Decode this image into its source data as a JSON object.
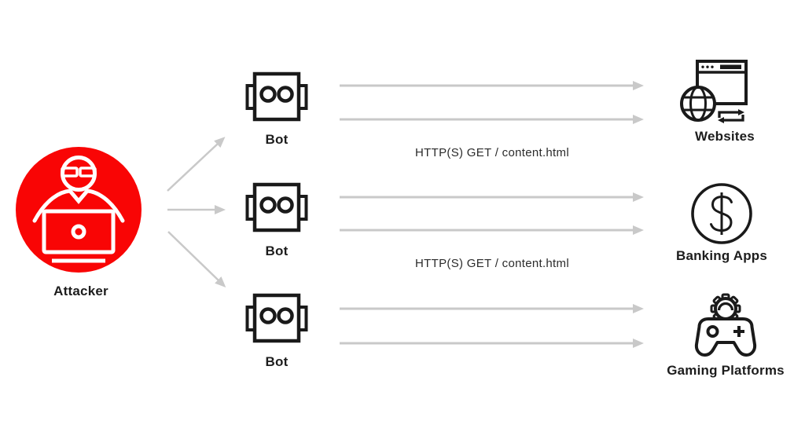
{
  "colors": {
    "attacker_red": "#f90505",
    "arrow_gray": "#c9c9c9",
    "icon_ink": "#1a1a1a",
    "label_ink": "#1d1d1d",
    "background": "#ffffff"
  },
  "nodes": {
    "attacker": {
      "label": "Attacker",
      "icon": "hacker-at-laptop-icon"
    },
    "bots": [
      {
        "label": "Bot",
        "icon": "robot-head-icon"
      },
      {
        "label": "Bot",
        "icon": "robot-head-icon"
      },
      {
        "label": "Bot",
        "icon": "robot-head-icon"
      }
    ],
    "targets": [
      {
        "label": "Websites",
        "icon": "browser-globe-sync-icon"
      },
      {
        "label": "Banking Apps",
        "icon": "dollar-circle-icon"
      },
      {
        "label": "Gaming Platforms",
        "icon": "gamepad-gear-icon"
      }
    ]
  },
  "messages": [
    {
      "text": "HTTP(S) GET / content.html"
    },
    {
      "text": "HTTP(S) GET / content.html"
    }
  ]
}
